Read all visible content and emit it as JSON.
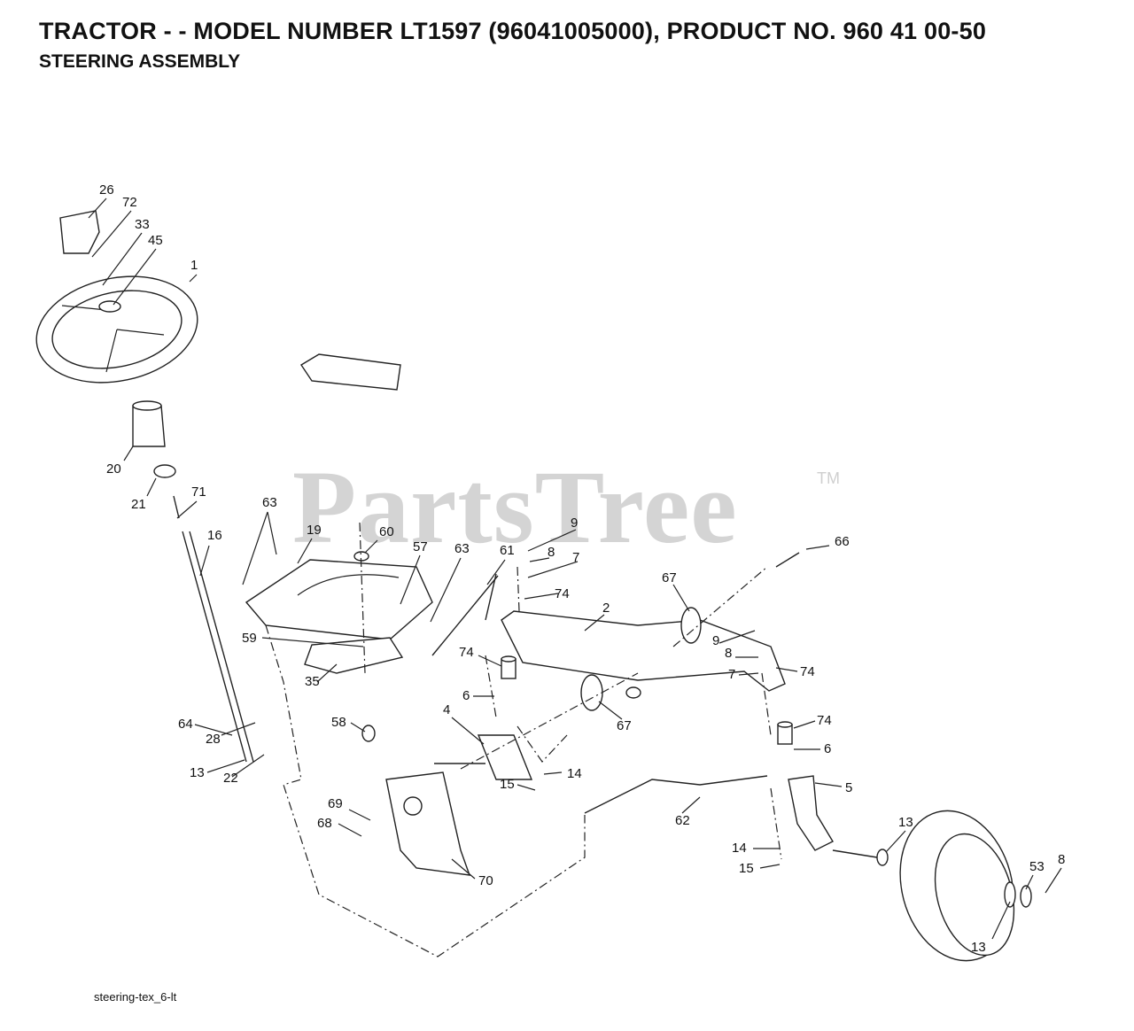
{
  "header": {
    "title": "TRACTOR - - MODEL NUMBER LT1597 (96041005000), PRODUCT NO. 960 41 00-50",
    "subtitle": "STEERING ASSEMBLY"
  },
  "watermark": {
    "text": "PartsTree",
    "tm": "TM"
  },
  "footer": {
    "code": "steering-tex_6-lt"
  },
  "callouts": [
    "26",
    "72",
    "33",
    "45",
    "1",
    "20",
    "21",
    "71",
    "16",
    "64",
    "28",
    "13",
    "22",
    "63",
    "19",
    "60",
    "57",
    "63",
    "59",
    "35",
    "58",
    "61",
    "9",
    "8",
    "7",
    "74",
    "2",
    "67",
    "66",
    "9",
    "8",
    "7",
    "74",
    "74",
    "6",
    "4",
    "67",
    "74",
    "6",
    "14",
    "15",
    "5",
    "69",
    "68",
    "70",
    "62",
    "14",
    "15",
    "13",
    "53",
    "8",
    "13"
  ]
}
